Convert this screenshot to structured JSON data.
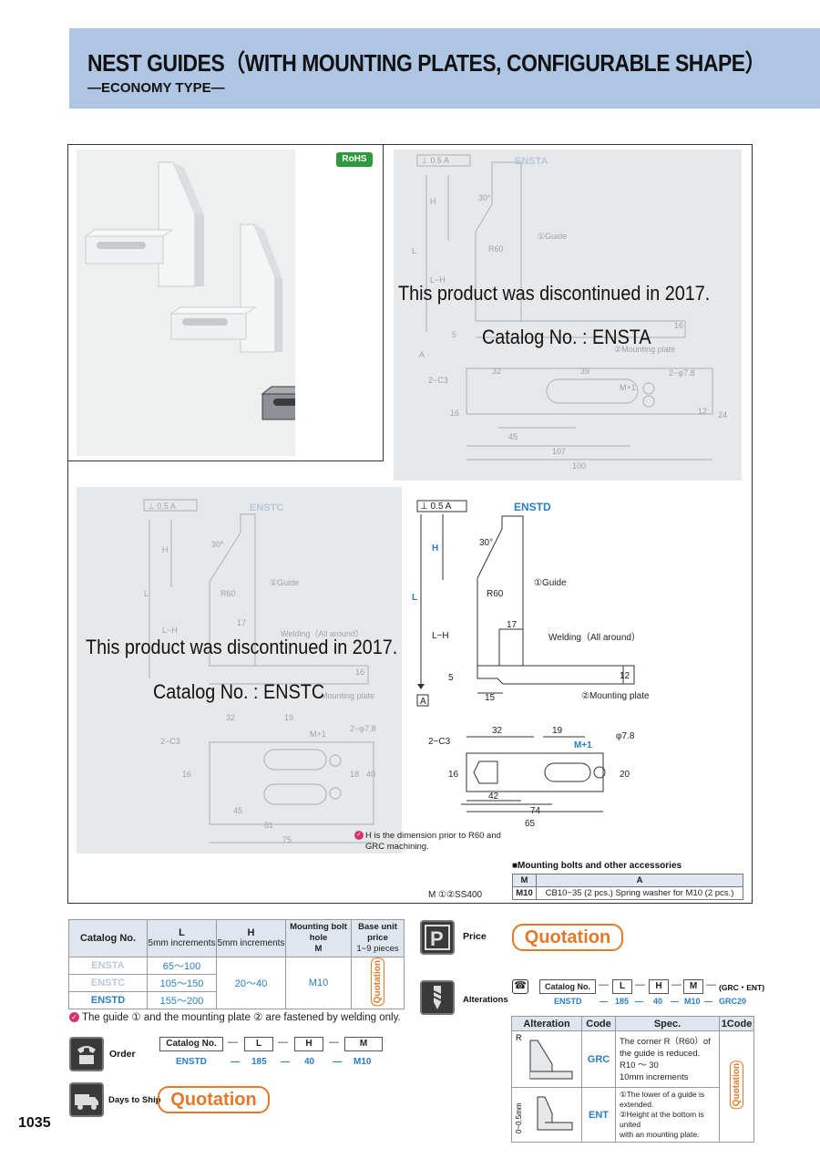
{
  "header": {
    "title": "NEST GUIDES（WITH MOUNTING PLATES, CONFIGURABLE SHAPE）",
    "subtitle": "―ECONOMY TYPE―"
  },
  "rohs": "RoHS",
  "drawings": {
    "ensta": {
      "label": "ENSTA",
      "tol": "⊥ 0.5 A",
      "angle": "30°",
      "radius": "R60",
      "guide": "①Guide",
      "plate": "②Mounting plate",
      "L": "L",
      "H": "H",
      "LH": "L−H",
      "dim5": "5",
      "dim16": "16",
      "datum": "A",
      "c3": "2−C3",
      "d32": "32",
      "d39": "39",
      "mplus": "M+1",
      "hole": "2−φ7.8",
      "d16b": "16",
      "d12": "12",
      "d24": "24",
      "d45": "45",
      "d107": "107",
      "d100": "100",
      "overlay_line1": "This product was discontinued in 2017.",
      "overlay_line2": "Catalog No. : ENSTA"
    },
    "enstc": {
      "label": "ENSTC",
      "tol": "⊥ 0.5 A",
      "angle": "30°",
      "radius": "R60",
      "guide": "①Guide",
      "welding": "Welding（All around）",
      "plate": "Mounting plate",
      "L": "L",
      "H": "H",
      "LH": "L−H",
      "d17": "17",
      "d16": "16",
      "c3": "2−C3",
      "d32": "32",
      "d19": "19",
      "mplus": "M+1",
      "hole": "2−φ7.8",
      "d16b": "16",
      "d18": "18",
      "d40": "40",
      "d45": "45",
      "d81": "81",
      "d75": "75",
      "overlay_line1": "This product was discontinued in 2017.",
      "overlay_line2": "Catalog No. : ENSTC"
    },
    "enstd": {
      "label": "ENSTD",
      "tol": "⊥ 0.5 A",
      "angle": "30°",
      "radius": "R60",
      "guide": "①Guide",
      "welding": "Welding（All around）",
      "plate": "②Mounting plate",
      "L": "L",
      "H": "H",
      "LH": "L−H",
      "d17": "17",
      "d5": "5",
      "d15": "15",
      "d12": "12",
      "datum": "A",
      "c3": "2−C3",
      "d32": "32",
      "d19": "19",
      "mplus": "M+1",
      "hole": "φ7.8",
      "d16": "16",
      "d20": "20",
      "d42": "42",
      "d74": "74",
      "d65": "65"
    }
  },
  "note": {
    "line1": "H is the dimension prior to R60 and",
    "line2": "GRC machining."
  },
  "material": "M ①②SS400",
  "accessories": {
    "title": "■Mounting bolts and other accessories",
    "headers": [
      "M",
      "A"
    ],
    "rows": [
      [
        "M10",
        "CB10−35 (2 pcs.) Spring washer for M10 (2 pcs.)"
      ]
    ]
  },
  "spec_table": {
    "headers": {
      "catalog": "Catalog No.",
      "L": "L",
      "L_sub": "5mm increments",
      "H": "H",
      "H_sub": "5mm increments",
      "M": "Mounting bolt hole",
      "M_sub": "M",
      "price": "Base unit price",
      "price_sub": "1~9 pieces"
    },
    "rows": [
      {
        "catalog": "ENSTA",
        "L": "65～100"
      },
      {
        "catalog": "ENSTC",
        "L": "105～150"
      },
      {
        "catalog": "ENSTD",
        "L": "155～200"
      }
    ],
    "H_value": "20～40",
    "M_value": "M10",
    "price_value": "Quotation"
  },
  "weld_note": "The guide ① and the mounting plate ② are fastened by welding only.",
  "order": {
    "label": "Order",
    "fields": [
      "Catalog No.",
      "L",
      "H",
      "M"
    ],
    "values": [
      "ENSTD",
      "185",
      "40",
      "M10"
    ]
  },
  "days_to_ship": {
    "label": "Days to Ship",
    "value": "Quotation"
  },
  "price": {
    "label": "Price",
    "value": "Quotation"
  },
  "alterations": {
    "label": "Alterations",
    "fields": [
      "Catalog No.",
      "L",
      "H",
      "M"
    ],
    "tail": "(GRC・ENT)",
    "values": [
      "ENSTD",
      "185",
      "40",
      "M10",
      "GRC20"
    ],
    "headers": [
      "Alteration",
      "Code",
      "Spec.",
      "1Code"
    ],
    "rows": [
      {
        "code": "GRC",
        "spec": [
          "The corner R（R60）of",
          "the guide is reduced.",
          "R10 ～ 30",
          "10mm increments"
        ],
        "fig_label": "R"
      },
      {
        "code": "ENT",
        "spec": [
          "①The lower of a guide is",
          "extended.",
          "②Height at the bottom is united",
          "with an mounting plate."
        ],
        "fig_label": "0~0.5mm"
      }
    ],
    "price": "Quotation"
  },
  "page_number": "1035",
  "colors": {
    "header_bg": "#aec6e3",
    "accent_blue": "#2a7ec4",
    "quotation_orange": "#e3782b",
    "rohs_green": "#2e9a3e"
  }
}
